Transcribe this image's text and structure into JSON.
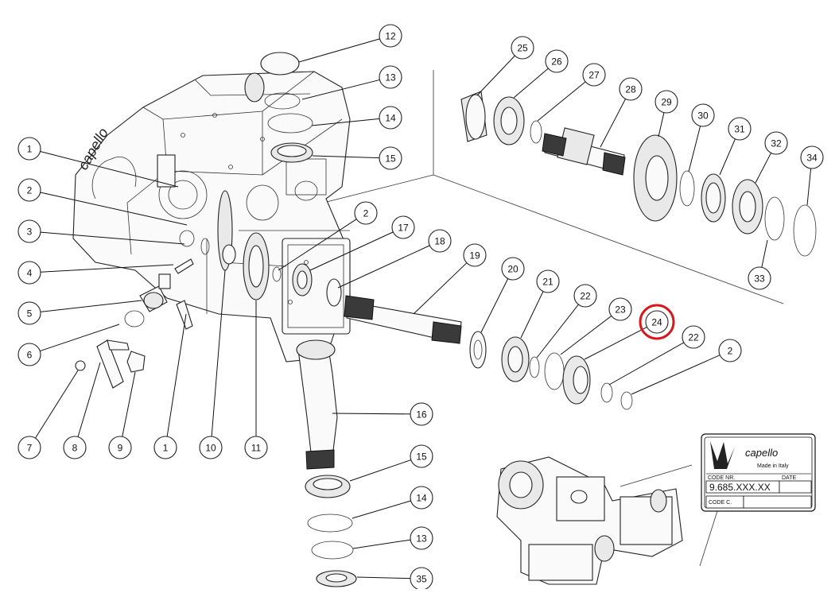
{
  "callouts": [
    {
      "id": "c12",
      "label": "12"
    },
    {
      "id": "c13a",
      "label": "13"
    },
    {
      "id": "c14a",
      "label": "14"
    },
    {
      "id": "c15a",
      "label": "15"
    },
    {
      "id": "c1a",
      "label": "1"
    },
    {
      "id": "c2a",
      "label": "2"
    },
    {
      "id": "c3",
      "label": "3"
    },
    {
      "id": "c4",
      "label": "4"
    },
    {
      "id": "c5",
      "label": "5"
    },
    {
      "id": "c6",
      "label": "6"
    },
    {
      "id": "c7",
      "label": "7"
    },
    {
      "id": "c8",
      "label": "8"
    },
    {
      "id": "c9",
      "label": "9"
    },
    {
      "id": "c1b",
      "label": "1"
    },
    {
      "id": "c10",
      "label": "10"
    },
    {
      "id": "c11",
      "label": "11"
    },
    {
      "id": "c2b",
      "label": "2"
    },
    {
      "id": "c17",
      "label": "17"
    },
    {
      "id": "c18",
      "label": "18"
    },
    {
      "id": "c19",
      "label": "19"
    },
    {
      "id": "c20",
      "label": "20"
    },
    {
      "id": "c21",
      "label": "21"
    },
    {
      "id": "c22a",
      "label": "22"
    },
    {
      "id": "c23",
      "label": "23"
    },
    {
      "id": "c24",
      "label": "24"
    },
    {
      "id": "c22b",
      "label": "22"
    },
    {
      "id": "c2c",
      "label": "2"
    },
    {
      "id": "c16",
      "label": "16"
    },
    {
      "id": "c15b",
      "label": "15"
    },
    {
      "id": "c14b",
      "label": "14"
    },
    {
      "id": "c13b",
      "label": "13"
    },
    {
      "id": "c35",
      "label": "35"
    },
    {
      "id": "c25",
      "label": "25"
    },
    {
      "id": "c26",
      "label": "26"
    },
    {
      "id": "c27",
      "label": "27"
    },
    {
      "id": "c28",
      "label": "28"
    },
    {
      "id": "c29",
      "label": "29"
    },
    {
      "id": "c30",
      "label": "30"
    },
    {
      "id": "c31",
      "label": "31"
    },
    {
      "id": "c32",
      "label": "32"
    },
    {
      "id": "c34",
      "label": "34"
    },
    {
      "id": "c33",
      "label": "33"
    }
  ],
  "highlighted_callout": "24",
  "highlight_color": "#d7191c",
  "housing_logo": "capello",
  "nameplate": {
    "brand": "capello",
    "made_in": "Made in Italy",
    "code_nr_label": "CODE NR.",
    "date_label": "DATE",
    "code_value": "9.685.XXX.XX",
    "code_c_label": "CODE C."
  }
}
